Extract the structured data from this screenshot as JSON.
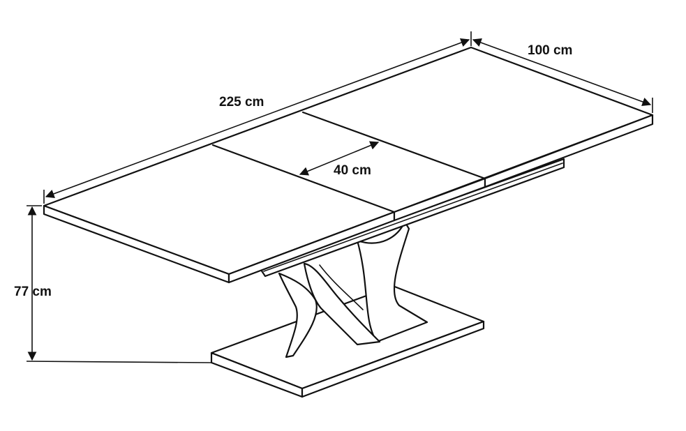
{
  "diagram": {
    "subject": "extendable dining table",
    "colors": {
      "line": "#111111",
      "background": "#ffffff"
    },
    "dimensions": {
      "length": "225 cm",
      "depth": "100 cm",
      "extension": "40 cm",
      "height": "77 cm"
    }
  }
}
